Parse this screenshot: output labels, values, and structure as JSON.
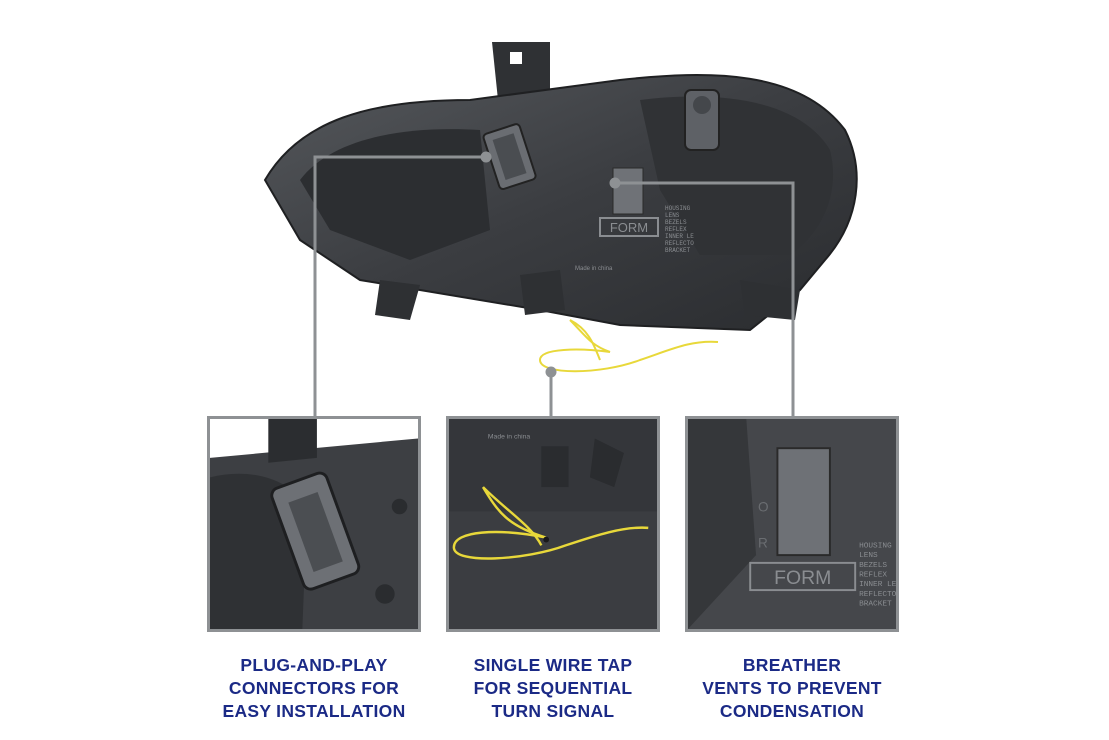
{
  "features": [
    {
      "lines": [
        "PLUG-AND-PLAY",
        "CONNECTORS FOR",
        "EASY INSTALLATION"
      ]
    },
    {
      "lines": [
        "SINGLE WIRE TAP",
        "FOR SEQUENTIAL",
        "TURN SIGNAL"
      ]
    },
    {
      "lines": [
        "BREATHER",
        "VENTS TO PREVENT",
        "CONDENSATION"
      ]
    }
  ],
  "housing_text": {
    "logo": "FORM",
    "made_in": "Made in china",
    "materials": [
      "HOUSING",
      "LENS",
      "BEZELS",
      "REFLEX",
      "INNER LE",
      "REFLECTO",
      "BRACKET"
    ]
  },
  "colors": {
    "caption": "#1b2a86",
    "leader_line": "#8e9194",
    "housing": "#3a3c3f",
    "wire": "#e8d83a"
  }
}
